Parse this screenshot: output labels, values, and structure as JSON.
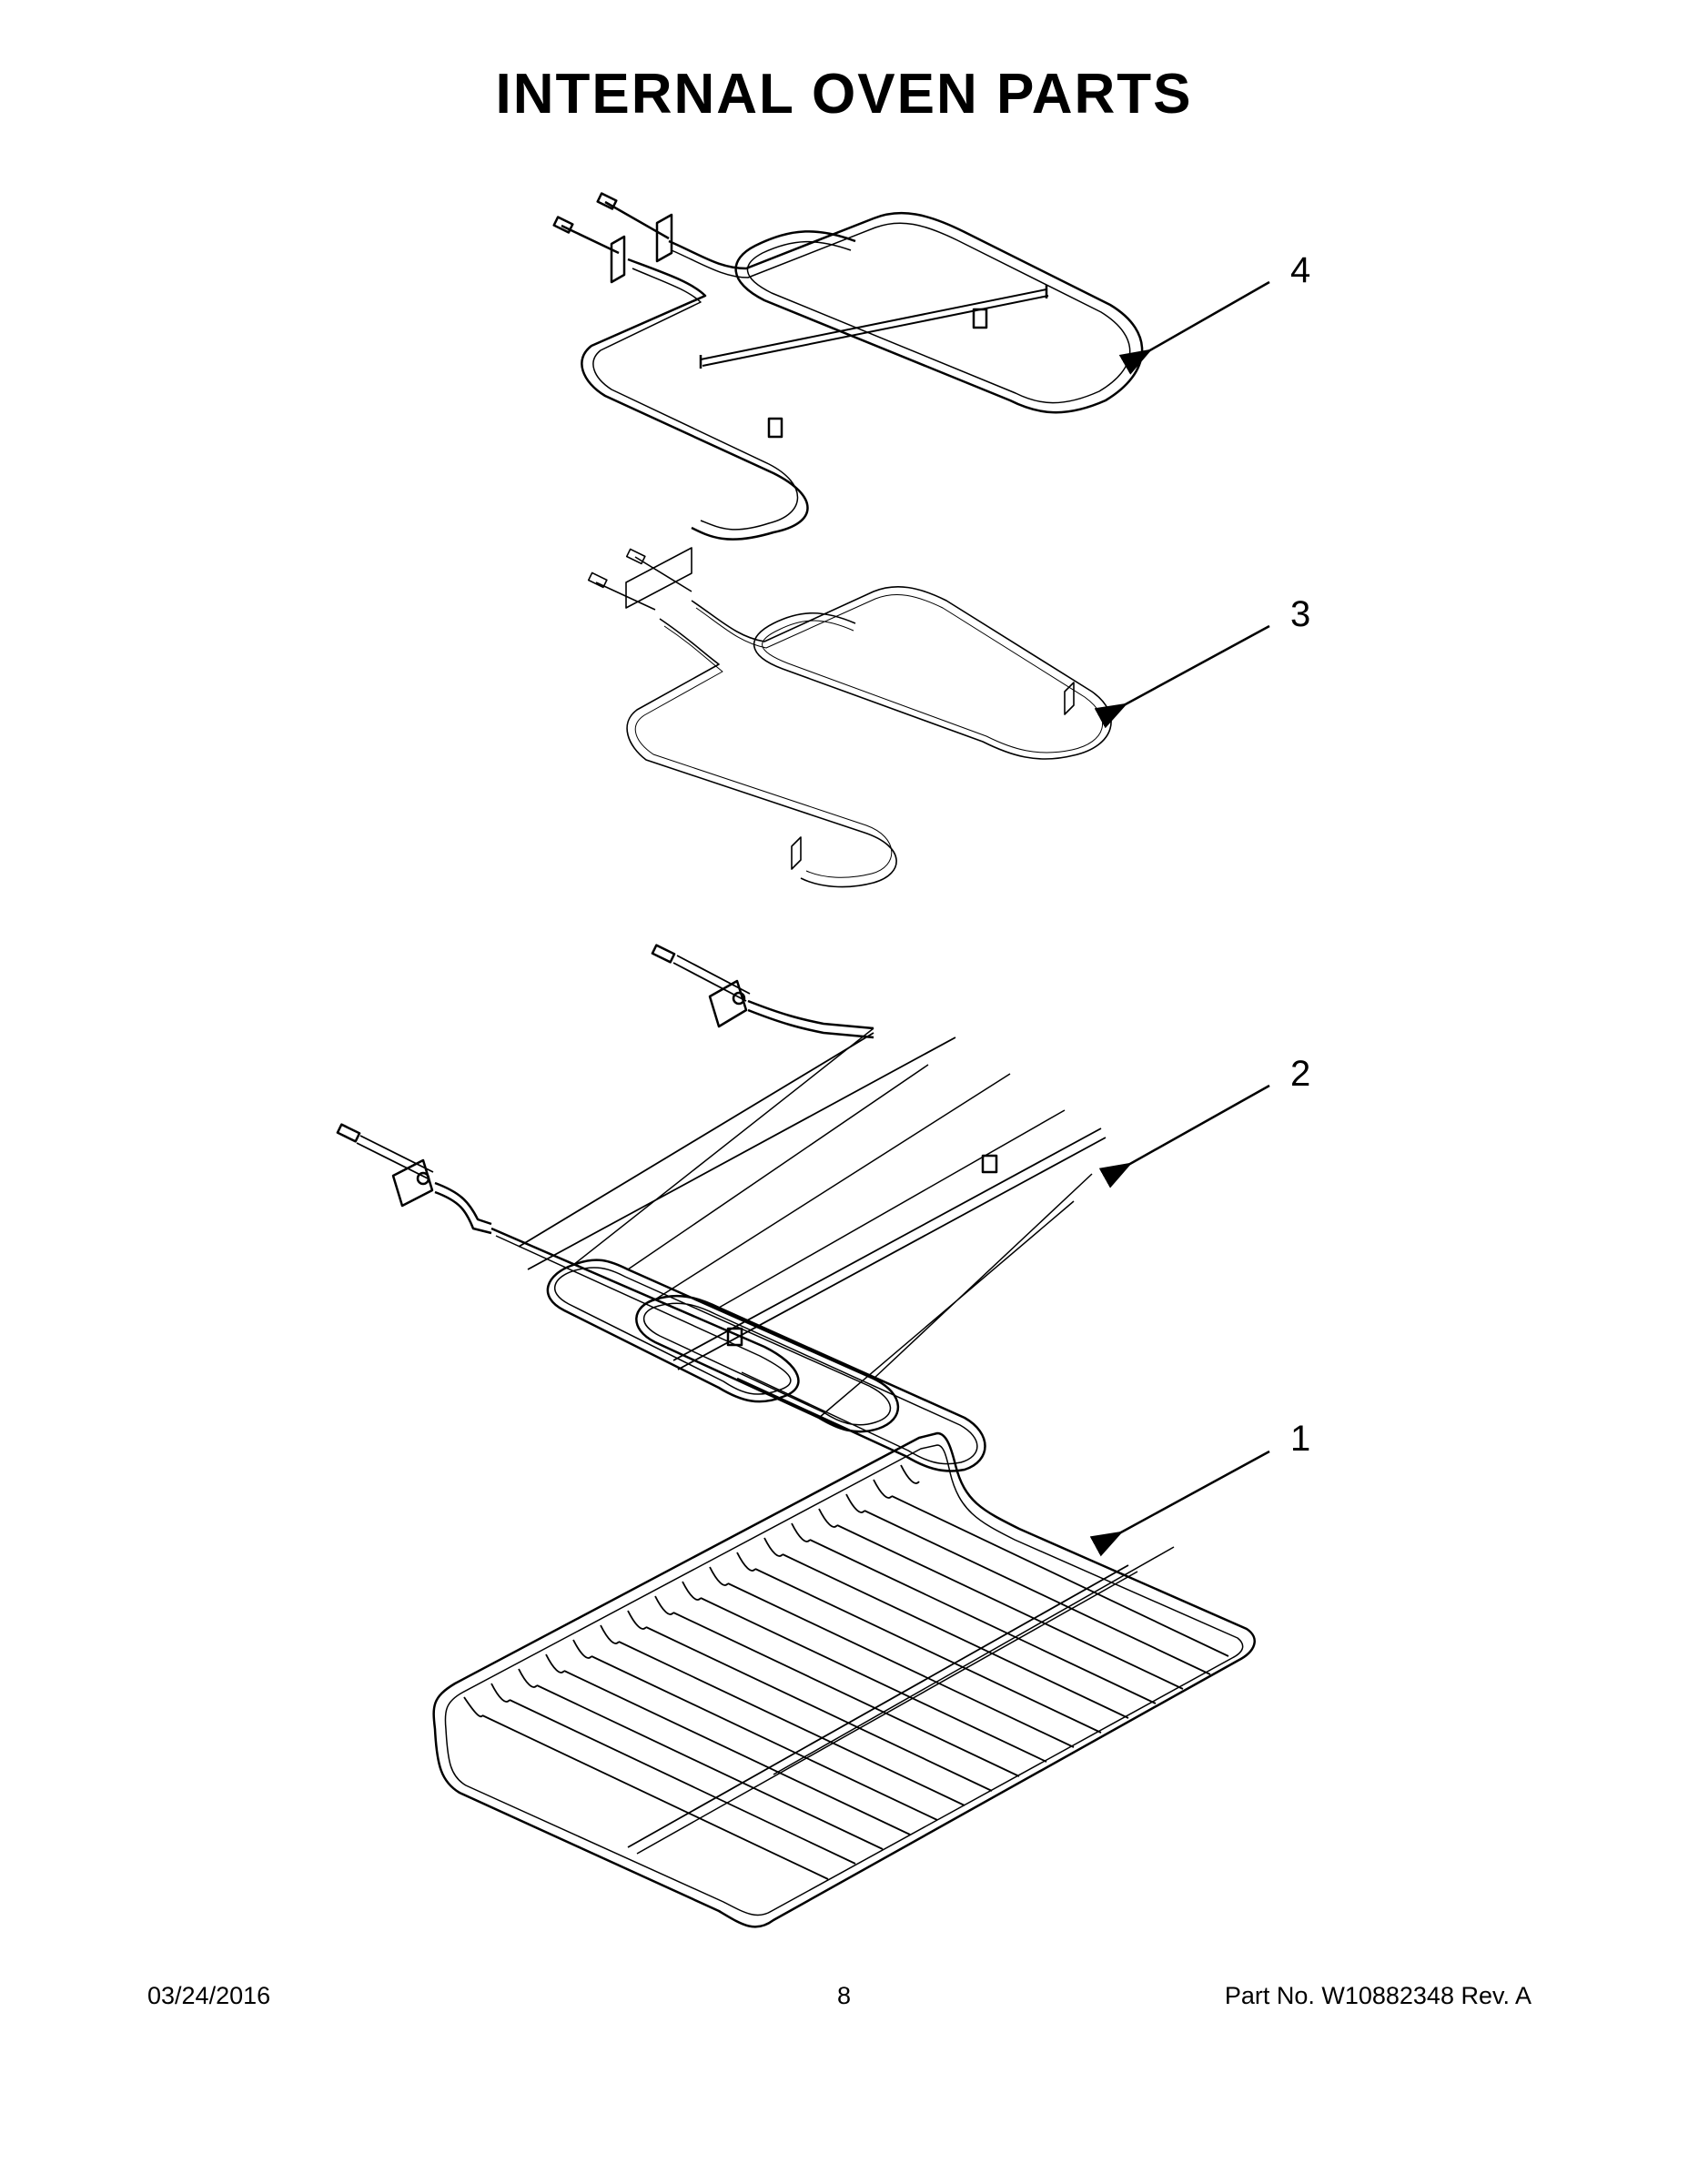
{
  "title": "INTERNAL OVEN PARTS",
  "callouts": [
    {
      "number": "4",
      "part": "broil-element"
    },
    {
      "number": "3",
      "part": "bake-element-hidden"
    },
    {
      "number": "2",
      "part": "bake-element"
    },
    {
      "number": "1",
      "part": "oven-rack"
    }
  ],
  "footer": {
    "date": "03/24/2016",
    "page": "8",
    "part_number": "Part No.  W10882348  Rev.  A"
  }
}
